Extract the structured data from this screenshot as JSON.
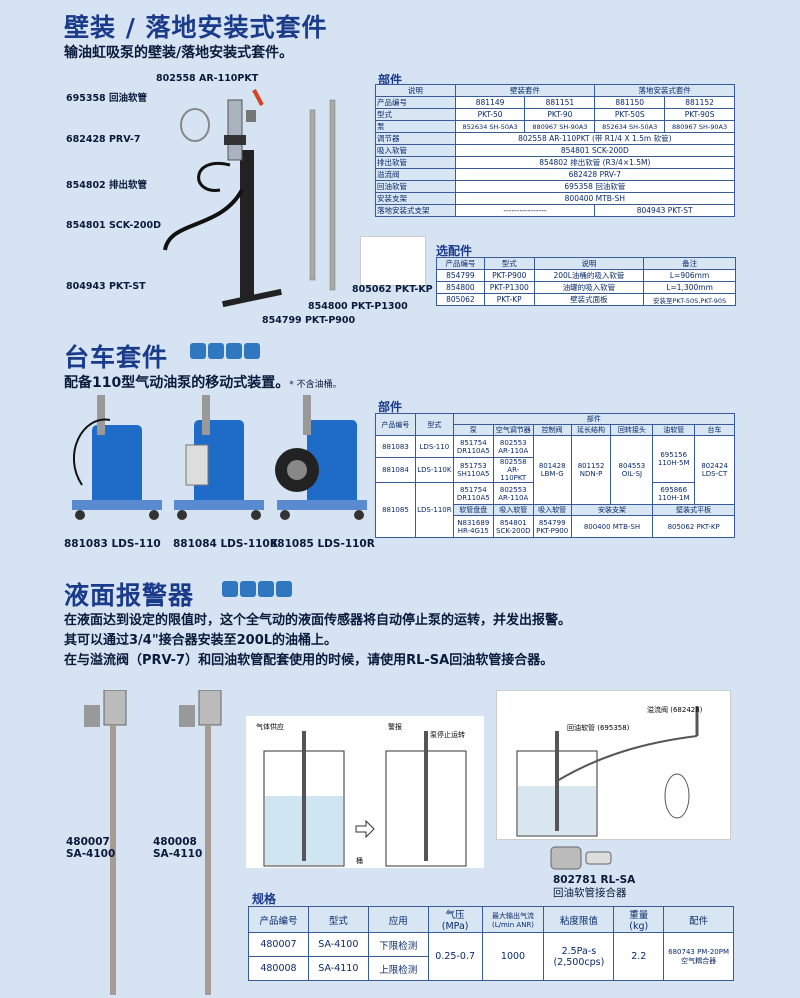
{
  "section1": {
    "title": "壁装 / 落地安装式套件",
    "subtitle": "输油虹吸泵的壁装/落地安装式套件。",
    "callouts": {
      "ar110": "802558 AR-110PKT",
      "hose_return": "695358 回油软管",
      "prv": "682428 PRV-7",
      "hose_discharge": "854802 排出软管",
      "sck": "854801 SCK-200D",
      "pkt_st": "804943 PKT-ST",
      "pkt_kp": "805062 PKT-KP",
      "pkt_p1300": "854800 PKT-P1300",
      "pkt_p900": "854799 PKT-P900"
    },
    "parts_label": "部件",
    "parts_table": {
      "head": [
        "说明",
        "壁装套件",
        "落地安装式套件"
      ],
      "r_no": [
        "产品编号",
        "881149",
        "881151",
        "881150",
        "881152"
      ],
      "r_type": [
        "型式",
        "PKT-50",
        "PKT-90",
        "PKT-50S",
        "PKT-90S"
      ],
      "r_pump": [
        "泵",
        "852634 SH-50A3",
        "880967 SH-90A3",
        "852634 SH-50A3",
        "880967 SH-90A3"
      ],
      "r_reg": [
        "调节器",
        "802558 AR-110PKT (带 R1/4 X 1.5m 软管)"
      ],
      "r_suction": [
        "吸入软管",
        "854801 SCK-200D"
      ],
      "r_discharge": [
        "排出软管",
        "854802 排出软管 (R3/4×1.5M)"
      ],
      "r_relief": [
        "溢流阀",
        "682428 PRV-7"
      ],
      "r_return": [
        "回油软管",
        "695358 回油软管"
      ],
      "r_bracket": [
        "安装支架",
        "800400 MTB-SH"
      ],
      "r_stand": [
        "落地安装式支架",
        "----------------",
        "804943 PKT-ST"
      ]
    },
    "opt_label": "选配件",
    "opt_table": {
      "head": [
        "产品编号",
        "型式",
        "说明",
        "备注"
      ],
      "rows": [
        [
          "854799",
          "PKT-P900",
          "200L油桶的吸入软管",
          "L=906mm"
        ],
        [
          "854800",
          "PKT-P1300",
          "油罐的吸入软管",
          "L=1,300mm"
        ],
        [
          "805062",
          "PKT-KP",
          "壁装式面板",
          "安装至PKT-50S,PKT-90S"
        ]
      ]
    }
  },
  "section2": {
    "title": "台车套件",
    "subtitle": "配备110型气动油泵的移动式装置。",
    "note": "* 不含油桶。",
    "captions": [
      "881083 LDS-110",
      "881084 LDS-110K",
      "881085 LDS-110R"
    ],
    "parts_label": "部件",
    "table": {
      "h_no": "产品编号",
      "h_type": "型式",
      "h_parts": "部件",
      "sub": [
        "泵",
        "空气调节器",
        "控制阀",
        "延长结构",
        "回转接头",
        "油软管",
        "台车"
      ],
      "r1": [
        "881083",
        "LDS-110",
        "851754 DR110A5",
        "802553 AR-110A"
      ],
      "r2": [
        "881084",
        "LDS-110K",
        "851753 SH110A5",
        "802558 AR-110PKT",
        "801428 LBM-G",
        "801152 NDN-P",
        "804553 OIL-SJ",
        "695156 110H-5M",
        "802424 LDS-CT"
      ],
      "r3": [
        "881085",
        "LDS-110R",
        "851754 DR110A5",
        "802553 AR-110A",
        "695866 110H-1M"
      ],
      "sub2": [
        "软管盘盘",
        "吸入软管",
        "吸入软管",
        "安装支架",
        "壁装式平板"
      ],
      "r4": [
        "N831689 HR-4G15",
        "854801 SCK-200D",
        "854799 PKT-P900",
        "800400 MTB-SH",
        "805062 PKT-KP"
      ]
    }
  },
  "section3": {
    "title": "液面报警器",
    "lines": [
      "在液面达到设定的限值时，这个全气动的液面传感器将自动停止泵的运转，并发出报警。",
      "其可以通过3/4\"接合器安装至200L的油桶上。",
      "在与溢流阀（PRV-7）和回油软管配套使用的时候，请使用RL-SA回油软管接合器。"
    ],
    "cap1": [
      "480007",
      "SA-4100"
    ],
    "cap2": [
      "480008",
      "SA-4110"
    ],
    "diagram": {
      "air": "气体供应",
      "alarm": "警报",
      "stop": "泵停止运转",
      "bucket": "桶"
    },
    "diagram2": {
      "relief": "溢流阀 (682428)",
      "hose": "回油软管 (695358)"
    },
    "rlsa": [
      "802781 RL-SA",
      "回油软管接合器"
    ],
    "spec_label": "规格",
    "spec": {
      "head": [
        "产品编号",
        "型式",
        "应用",
        "气压\n(MPa)",
        "最大输出气流\n(L/min ANR)",
        "粘度限值",
        "重量\n(kg)",
        "配件"
      ],
      "r1": [
        "480007",
        "SA-4100",
        "下限检测"
      ],
      "r2": [
        "480008",
        "SA-4110",
        "上限检测"
      ],
      "pressure": "0.25-0.7",
      "flow": "1000",
      "visc": "2.5Pa-s\n(2,500cps)",
      "weight": "2.2",
      "acc": "680743 PM-20PM\n空气耦合器"
    }
  }
}
